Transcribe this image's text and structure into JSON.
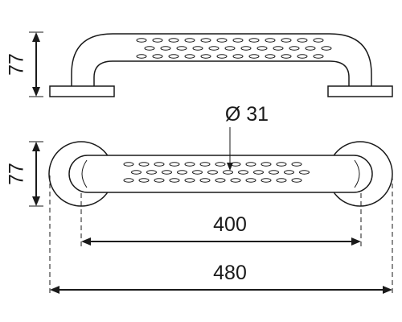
{
  "dimensions": {
    "side_height": "77",
    "top_height": "77",
    "diameter": "Ø 31",
    "inner_length": "400",
    "overall_length": "480"
  }
}
